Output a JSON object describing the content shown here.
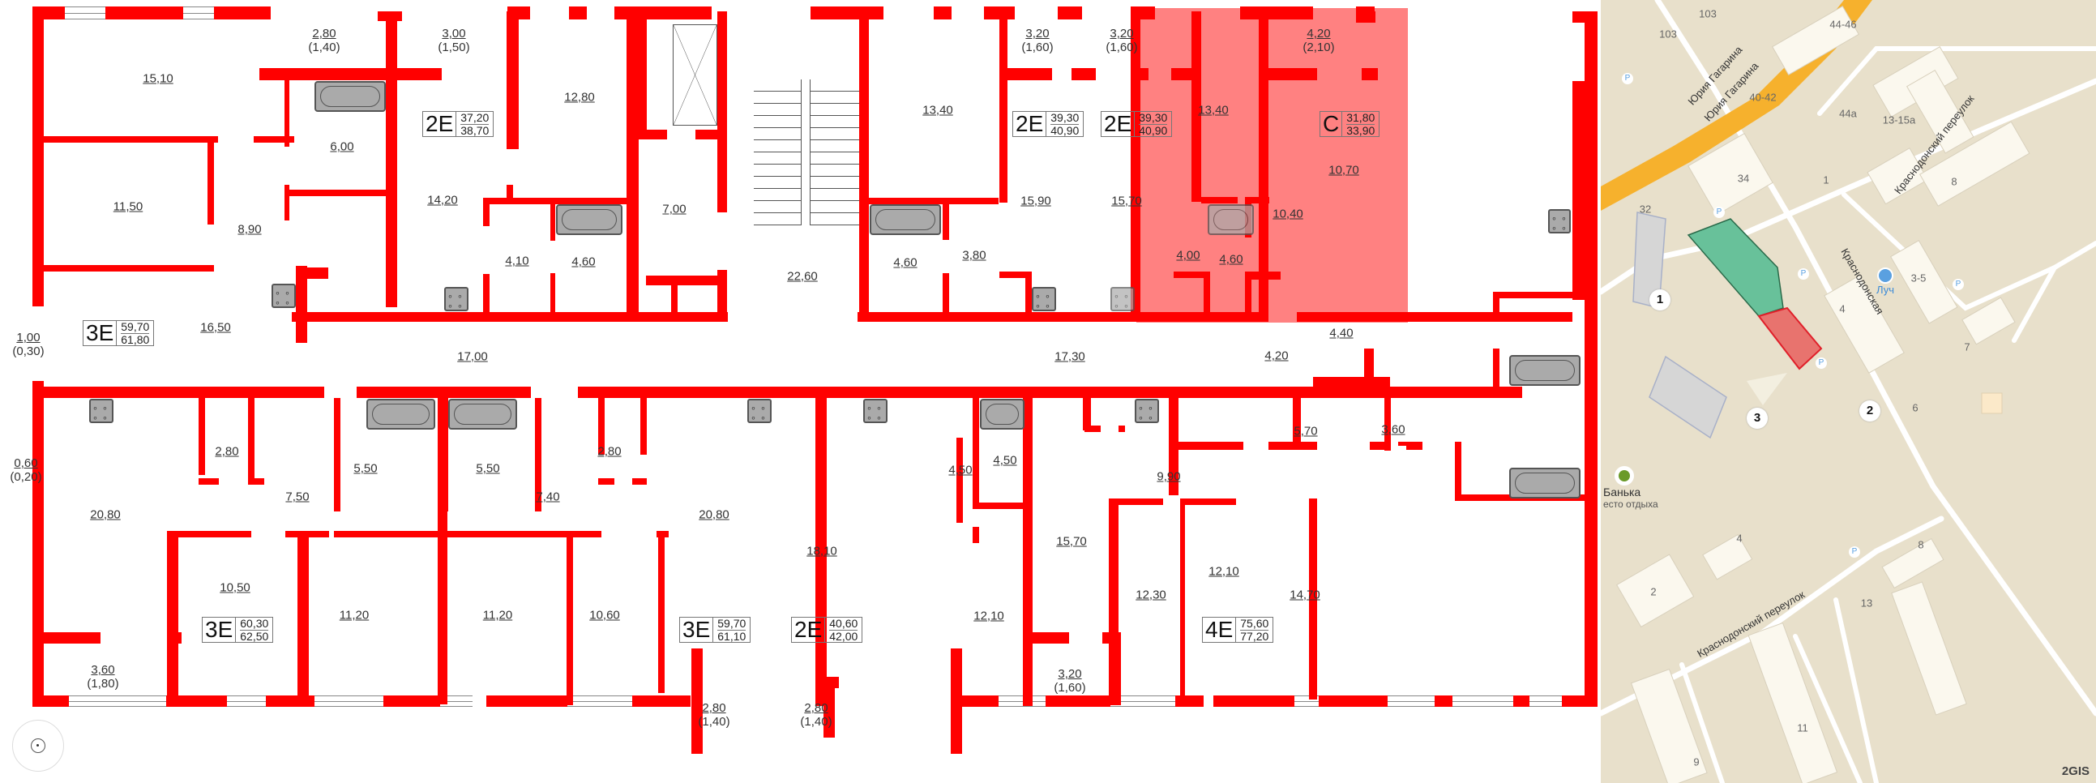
{
  "floor_plan": {
    "wall_color": "#ff0000",
    "highlight_color": "#ff7b7b",
    "apartments": [
      {
        "id": "a1",
        "type": "3E",
        "living_area": "59,70",
        "total_area": "61,80"
      },
      {
        "id": "a2",
        "type": "2E",
        "living_area": "37,20",
        "total_area": "38,70"
      },
      {
        "id": "a3",
        "type": "2E",
        "living_area": "39,30",
        "total_area": "40,90"
      },
      {
        "id": "a4",
        "type": "2E",
        "living_area": "39,30",
        "total_area": "40,90",
        "highlighted": true
      },
      {
        "id": "a5",
        "type": "C",
        "living_area": "31,80",
        "total_area": "33,90"
      },
      {
        "id": "a6",
        "type": "3E",
        "living_area": "60,30",
        "total_area": "62,50"
      },
      {
        "id": "a7",
        "type": "3E",
        "living_area": "59,70",
        "total_area": "61,10"
      },
      {
        "id": "a8",
        "type": "2E",
        "living_area": "40,60",
        "total_area": "42,00"
      },
      {
        "id": "a9",
        "type": "4E",
        "living_area": "75,60",
        "total_area": "77,20"
      }
    ],
    "rooms": [
      {
        "area": "15,10"
      },
      {
        "area": "2,80",
        "sub": "(1,40)"
      },
      {
        "area": "6,00"
      },
      {
        "area": "11,50"
      },
      {
        "area": "8,90"
      },
      {
        "area": "16,50"
      },
      {
        "area": "1,00",
        "sub": "(0,30)"
      },
      {
        "area": "3,00",
        "sub": "(1,50)"
      },
      {
        "area": "12,80"
      },
      {
        "area": "14,20"
      },
      {
        "area": "4,10"
      },
      {
        "area": "4,60"
      },
      {
        "area": "7,00"
      },
      {
        "area": "22,60"
      },
      {
        "area": "17,00"
      },
      {
        "area": "13,40"
      },
      {
        "area": "4,60"
      },
      {
        "area": "3,80"
      },
      {
        "area": "3,20",
        "sub": "(1,60)"
      },
      {
        "area": "15,90"
      },
      {
        "area": "3,20",
        "sub": "(1,60)"
      },
      {
        "area": "15,70"
      },
      {
        "area": "13,40"
      },
      {
        "area": "4,00"
      },
      {
        "area": "4,60"
      },
      {
        "area": "4,20",
        "sub": "(2,10)"
      },
      {
        "area": "10,70"
      },
      {
        "area": "10,40"
      },
      {
        "area": "17,30"
      },
      {
        "area": "4,20"
      },
      {
        "area": "4,40"
      },
      {
        "area": "0,60",
        "sub": "(0,20)"
      },
      {
        "area": "20,80"
      },
      {
        "area": "2,80"
      },
      {
        "area": "7,50"
      },
      {
        "area": "5,50"
      },
      {
        "area": "5,50"
      },
      {
        "area": "7,40"
      },
      {
        "area": "2,80"
      },
      {
        "area": "20,80"
      },
      {
        "area": "18,10"
      },
      {
        "area": "4,50"
      },
      {
        "area": "4,50"
      },
      {
        "area": "15,70"
      },
      {
        "area": "9,90"
      },
      {
        "area": "3,60"
      },
      {
        "area": "5,70"
      },
      {
        "area": "10,50"
      },
      {
        "area": "11,20"
      },
      {
        "area": "11,20"
      },
      {
        "area": "10,60"
      },
      {
        "area": "12,10"
      },
      {
        "area": "12,30"
      },
      {
        "area": "12,10"
      },
      {
        "area": "14,70"
      },
      {
        "area": "3,60",
        "sub": "(1,80)"
      },
      {
        "area": "2,80",
        "sub": "(1,40)"
      },
      {
        "area": "2,80",
        "sub": "(1,40)"
      },
      {
        "area": "3,20",
        "sub": "(1,60)"
      }
    ]
  },
  "map": {
    "streets": [
      "Юрия Гагарина",
      "Юрия Гагарина",
      "Краснодонский переулок",
      "Краснодонская",
      "Краснодонский переулок"
    ],
    "building_numbers": [
      "103",
      "103",
      "44-46",
      "40-42",
      "44а",
      "13-15а",
      "34",
      "1",
      "8",
      "32",
      "4",
      "3-5",
      "7",
      "6",
      "4",
      "2",
      "8",
      "13",
      "11",
      "9"
    ],
    "pins": [
      "1",
      "2",
      "3"
    ],
    "poi": [
      {
        "name": "Луч"
      },
      {
        "name": "Банька",
        "subtitle": "есто отдыха"
      }
    ],
    "parking_label": "P",
    "logo": "2GIS",
    "selected_building_color": "#e8736e",
    "sibling_building_color": "#68c19a",
    "road_color": "#f6b12d"
  }
}
